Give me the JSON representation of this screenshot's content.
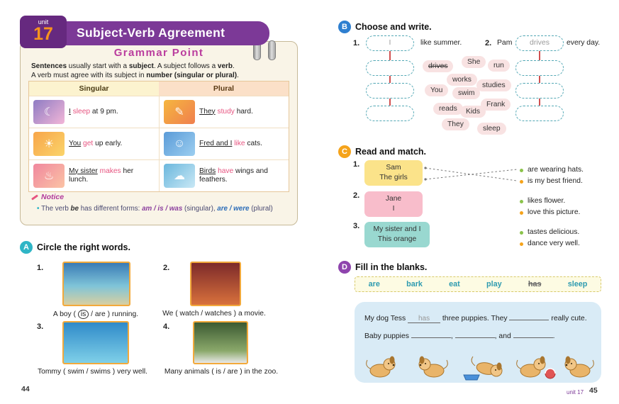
{
  "left": {
    "unit_label": "unit",
    "unit_number": "17",
    "title": "Subject-Verb Agreement",
    "page_number": "44",
    "grammar": {
      "title": "Grammar Point",
      "intro1": [
        "Sentences",
        " usually start with a ",
        "subject",
        ". A subject follows a ",
        "verb",
        "."
      ],
      "intro2": [
        "A verb must agree with its subject in ",
        "number (singular or plural)",
        "."
      ],
      "headers": [
        "Singular",
        "Plural"
      ],
      "rows": [
        {
          "s_subj": "I",
          "s_verb": "sleep",
          "s_rest": "at 9 pm.",
          "p_subj": "They",
          "p_verb": "study",
          "p_rest": "hard."
        },
        {
          "s_subj": "You",
          "s_verb": "get",
          "s_rest": "up early.",
          "p_subj": "Fred and I",
          "p_verb": "like",
          "p_rest": "cats."
        },
        {
          "s_subj": "My sister",
          "s_verb": "makes",
          "s_rest": "her lunch.",
          "p_subj": "Birds",
          "p_verb": "have",
          "p_rest": "wings and feathers."
        }
      ],
      "notice_label": "Notice",
      "notice": [
        "The verb ",
        "be",
        " has different forms: ",
        "am / is / was",
        " (singular), ",
        "are / were",
        " (plural)"
      ]
    },
    "section_a": {
      "letter": "A",
      "title": "Circle the right words.",
      "items": [
        {
          "num": "1.",
          "pre": "A boy ( ",
          "circled": "is",
          "post": " / are ) running."
        },
        {
          "num": "2.",
          "pre": "We ( watch / watches ) a movie.",
          "circled": "",
          "post": ""
        },
        {
          "num": "3.",
          "pre": "Tommy ( swim / swims ) very well.",
          "circled": "",
          "post": ""
        },
        {
          "num": "4.",
          "pre": "Many animals ( is / are ) in the zoo.",
          "circled": "",
          "post": ""
        }
      ]
    }
  },
  "right": {
    "page_number": "45",
    "footer_unit": "unit 17",
    "section_b": {
      "letter": "B",
      "title": "Choose and write.",
      "item1_num": "1.",
      "item1_answer": "I",
      "item1_after": "like summer.",
      "item2_num": "2.",
      "item2_subject": "Pam",
      "item2_answer": "drives",
      "item2_after": "every day.",
      "words": [
        "drives",
        "She",
        "run",
        "works",
        "studies",
        "You",
        "swim",
        "Frank",
        "reads",
        "Kids",
        "They",
        "sleep"
      ]
    },
    "section_c": {
      "letter": "C",
      "title": "Read and match.",
      "items": [
        {
          "num": "1.",
          "line1": "Sam",
          "line2": "The girls"
        },
        {
          "num": "2.",
          "line1": "Jane",
          "line2": "I"
        },
        {
          "num": "3.",
          "line1": "My sister and I",
          "line2": "This orange"
        }
      ],
      "options": [
        "are wearing hats.",
        "is my best friend.",
        "likes flower.",
        "love this picture.",
        "tastes delicious.",
        "dance very well."
      ]
    },
    "section_d": {
      "letter": "D",
      "title": "Fill in the blanks.",
      "word_bank": [
        "are",
        "bark",
        "eat",
        "play",
        "has",
        "sleep"
      ],
      "line1_pre": "My dog Tess",
      "line1_answer": "has",
      "line1_mid": "three puppies. They",
      "line1_end": "really cute.",
      "line2_pre": "Baby puppies",
      "line2_comma1": ",",
      "line2_comma2": ",",
      "line2_and": "and",
      "line2_end": "."
    }
  },
  "icons": {
    "sleeping-child-illustration": "☾",
    "studying-kids-illustration": "✎",
    "waking-child-illustration": "☀",
    "kids-with-cats-illustration": "☺",
    "girl-making-lunch-illustration": "♨",
    "birds-illustration": "☁"
  },
  "colors": {
    "banner_purple": "#7C3997",
    "unit_orange": "#F7941D",
    "grammar_title_magenta": "#BA3C9E",
    "verb_pink": "#E75480",
    "singular_header_bg": "#FCF3CF",
    "plural_header_bg": "#FBE0C8",
    "section_a_teal": "#2FB5C6",
    "section_b_blue": "#2E7FD0",
    "section_c_orange": "#F5A31A",
    "section_d_purple": "#8E44AD",
    "match_yellow": "#FBE38A",
    "match_pink": "#F8BDCB",
    "match_teal": "#99D8D0",
    "word_bubble_pink": "#F8E2E2",
    "fill_box_blue": "#D9EBF6",
    "word_bank_teal": "#2E9BB0"
  }
}
